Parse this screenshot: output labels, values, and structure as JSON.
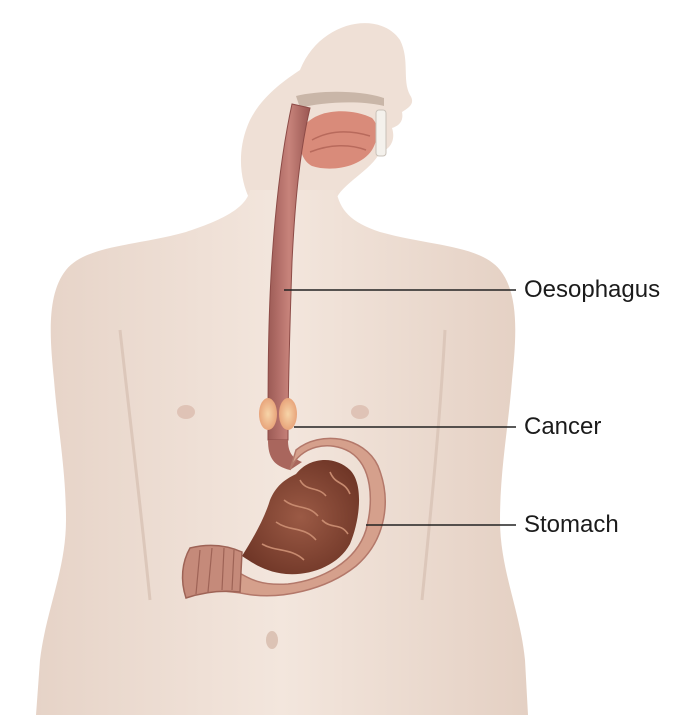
{
  "labels": {
    "oesophagus": "Oesophagus",
    "cancer": "Cancer",
    "stomach": "Stomach"
  },
  "colors": {
    "skin": "#f0e2d8",
    "skin_shadow": "#e3cfc2",
    "oesophagus": "#b26b65",
    "mouth_muscle": "#d98b7a",
    "stomach_outer": "#d29a86",
    "stomach_inner": "#8a4a38",
    "tumour": "#f2b98c",
    "leader_line": "#222222"
  }
}
